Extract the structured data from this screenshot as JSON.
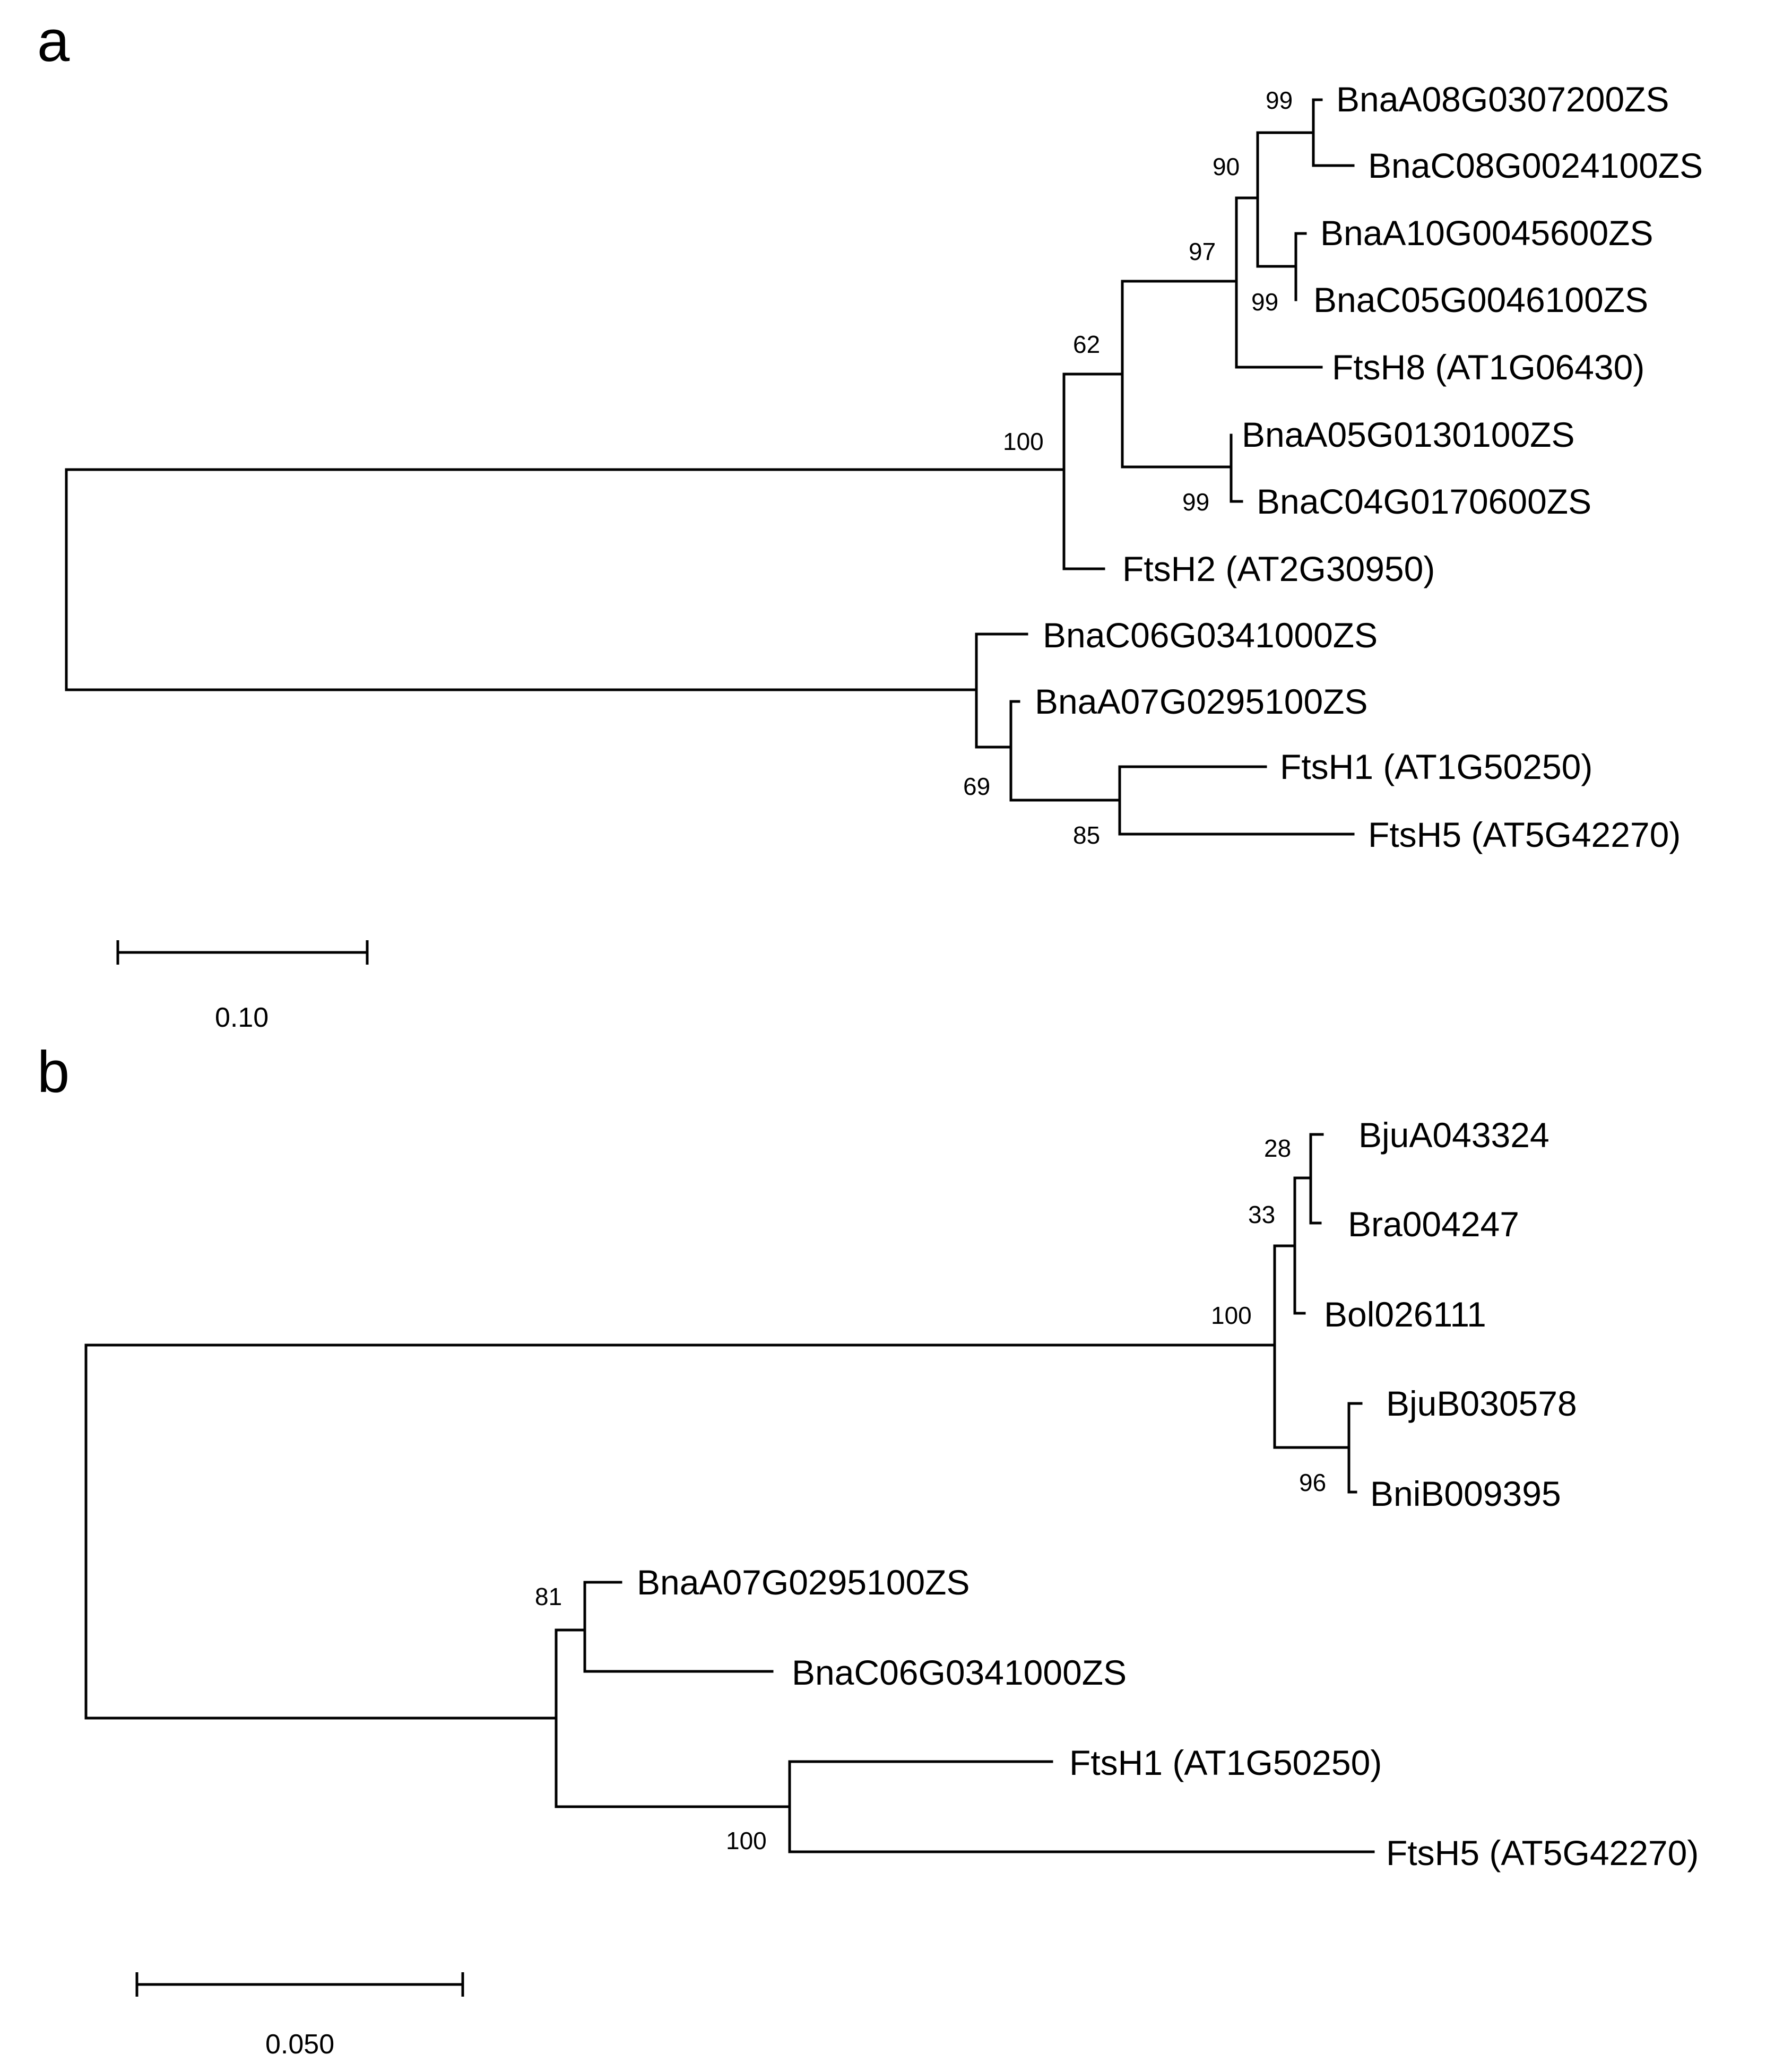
{
  "figure": {
    "panels": [
      {
        "letter": "a",
        "leaves": [
          "BnaA08G0307200ZS",
          "BnaC08G0024100ZS",
          "BnaA10G0045600ZS",
          "BnaC05G0046100ZS",
          "FtsH8 (AT1G06430)",
          "BnaA05G0130100ZS",
          "BnaC04G0170600ZS",
          "FtsH2 (AT2G30950)",
          "BnaC06G0341000ZS",
          "BnaA07G0295100ZS",
          "FtsH1 (AT1G50250)",
          "FtsH5 (AT5G42270)"
        ],
        "bootstrap": [
          "99",
          "90",
          "97",
          "99",
          "62",
          "100",
          "99",
          "69",
          "85"
        ],
        "scale_label": "0.10"
      },
      {
        "letter": "b",
        "leaves": [
          "BjuA043324",
          "Bra004247",
          "Bol026111",
          "BjuB030578",
          "BniB009395",
          "BnaA07G0295100ZS",
          "BnaC06G0341000ZS",
          "FtsH1 (AT1G50250)",
          "FtsH5 (AT5G42270)"
        ],
        "bootstrap": [
          "28",
          "33",
          "100",
          "96",
          "81",
          "100"
        ],
        "scale_label": "0.050"
      }
    ]
  }
}
